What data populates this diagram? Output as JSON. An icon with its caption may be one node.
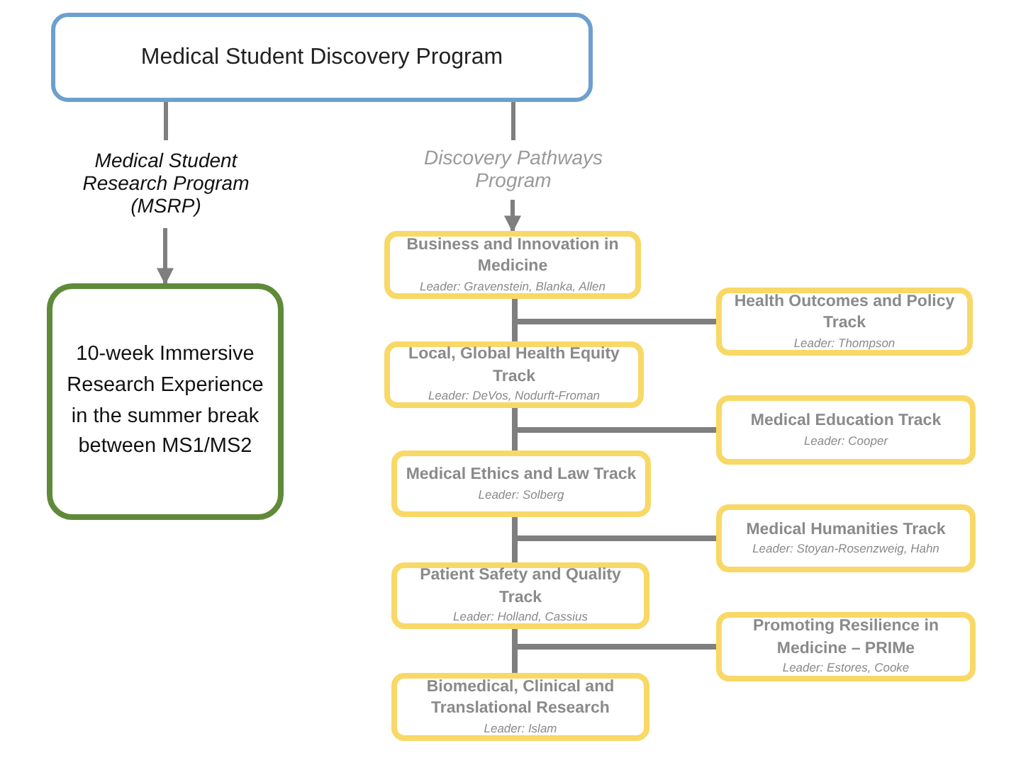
{
  "diagram": {
    "nodes": [
      {
        "text": [
          "Medical Student Discovery Program"
        ]
      },
      {
        "text": [
          "Medical Student Research Program (MSRP)"
        ]
      },
      {
        "text": [
          "Discovery Pathways Program"
        ]
      },
      {
        "text": [
          "10-week Immersive Research Experience in the summer break between MS1/MS2"
        ]
      },
      {
        "text": [
          "Business and Innovation in Medicine",
          "Leader: Gravenstein, Blanka, Allen"
        ]
      },
      {
        "text": [
          "Local, Global Health Equity Track",
          "Leader: DeVos, Nodurft-Froman"
        ]
      },
      {
        "text": [
          "Medical Ethics and Law Track",
          "Leader: Solberg"
        ]
      },
      {
        "text": [
          "Patient Safety and Quality Track",
          "Leader: Holland, Cassius"
        ]
      },
      {
        "text": [
          "Biomedical, Clinical and Translational Research",
          "Leader: Islam"
        ]
      },
      {
        "text": [
          "Health Outcomes and Policy Track",
          "Leader: Thompson"
        ]
      },
      {
        "text": [
          "Medical Education Track",
          "Leader: Cooper"
        ]
      },
      {
        "text": [
          "Medical Humanities Track",
          "Leader: Stoyan-Rosenzweig, Hahn"
        ]
      },
      {
        "text": [
          "Promoting Resilience in Medicine – PRIMe",
          "Leader: Estores, Cooke"
        ]
      }
    ],
    "edges": [
      {
        "from": 0,
        "to": 1,
        "arrow": "none"
      },
      {
        "from": 0,
        "to": 2,
        "arrow": "none"
      },
      {
        "from": 1,
        "to": 3,
        "arrow": "to"
      },
      {
        "from": 2,
        "to": 4,
        "arrow": "to"
      },
      {
        "from": 4,
        "to": 5,
        "arrow": "none"
      },
      {
        "from": 5,
        "to": 6,
        "arrow": "none"
      },
      {
        "from": 6,
        "to": 7,
        "arrow": "none"
      },
      {
        "from": 7,
        "to": 8,
        "arrow": "none"
      },
      {
        "from": 4,
        "to": 9,
        "arrow": "none"
      },
      {
        "from": 5,
        "to": 10,
        "arrow": "none"
      },
      {
        "from": 6,
        "to": 11,
        "arrow": "none"
      },
      {
        "from": 7,
        "to": 12,
        "arrow": "none"
      }
    ]
  }
}
